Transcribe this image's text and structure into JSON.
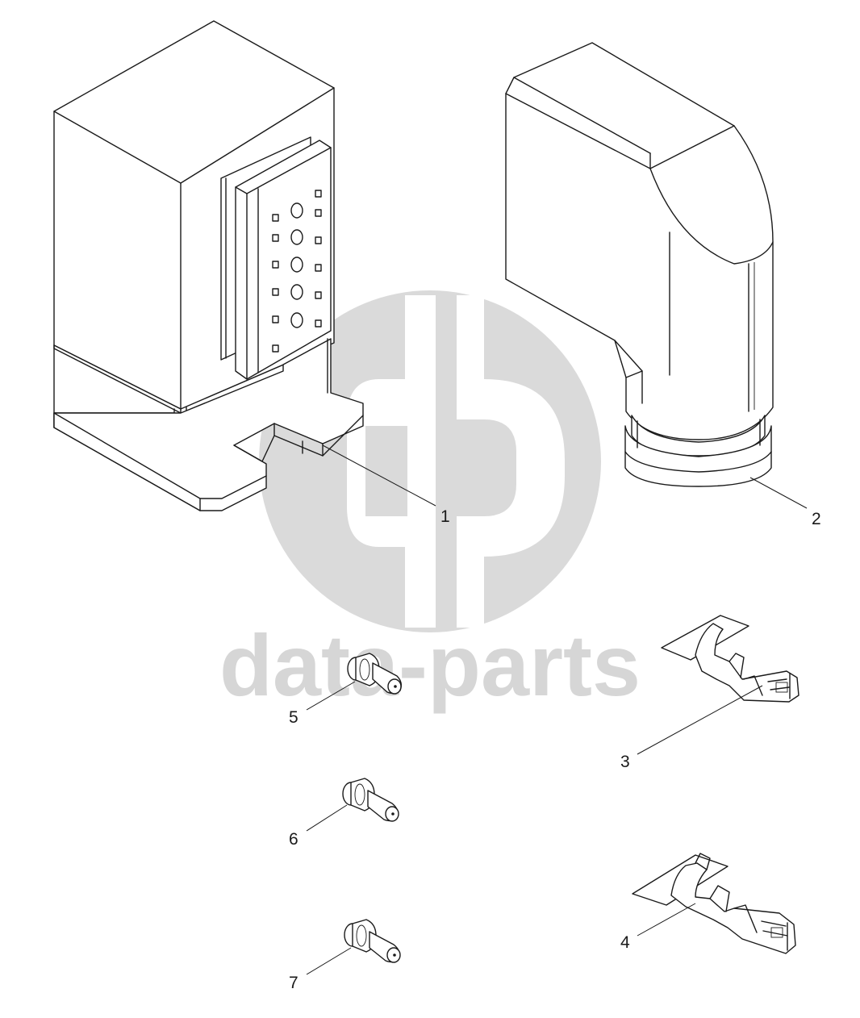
{
  "watermark": {
    "text": "data-parts",
    "logo_name": "data-parts-logo",
    "color": "#d6d6d6"
  },
  "line_color": "#1a1a1a",
  "callouts": [
    {
      "id": "1",
      "label": "1"
    },
    {
      "id": "2",
      "label": "2"
    },
    {
      "id": "3",
      "label": "3"
    },
    {
      "id": "4",
      "label": "4"
    },
    {
      "id": "5",
      "label": "5"
    },
    {
      "id": "6",
      "label": "6"
    },
    {
      "id": "7",
      "label": "7"
    }
  ]
}
